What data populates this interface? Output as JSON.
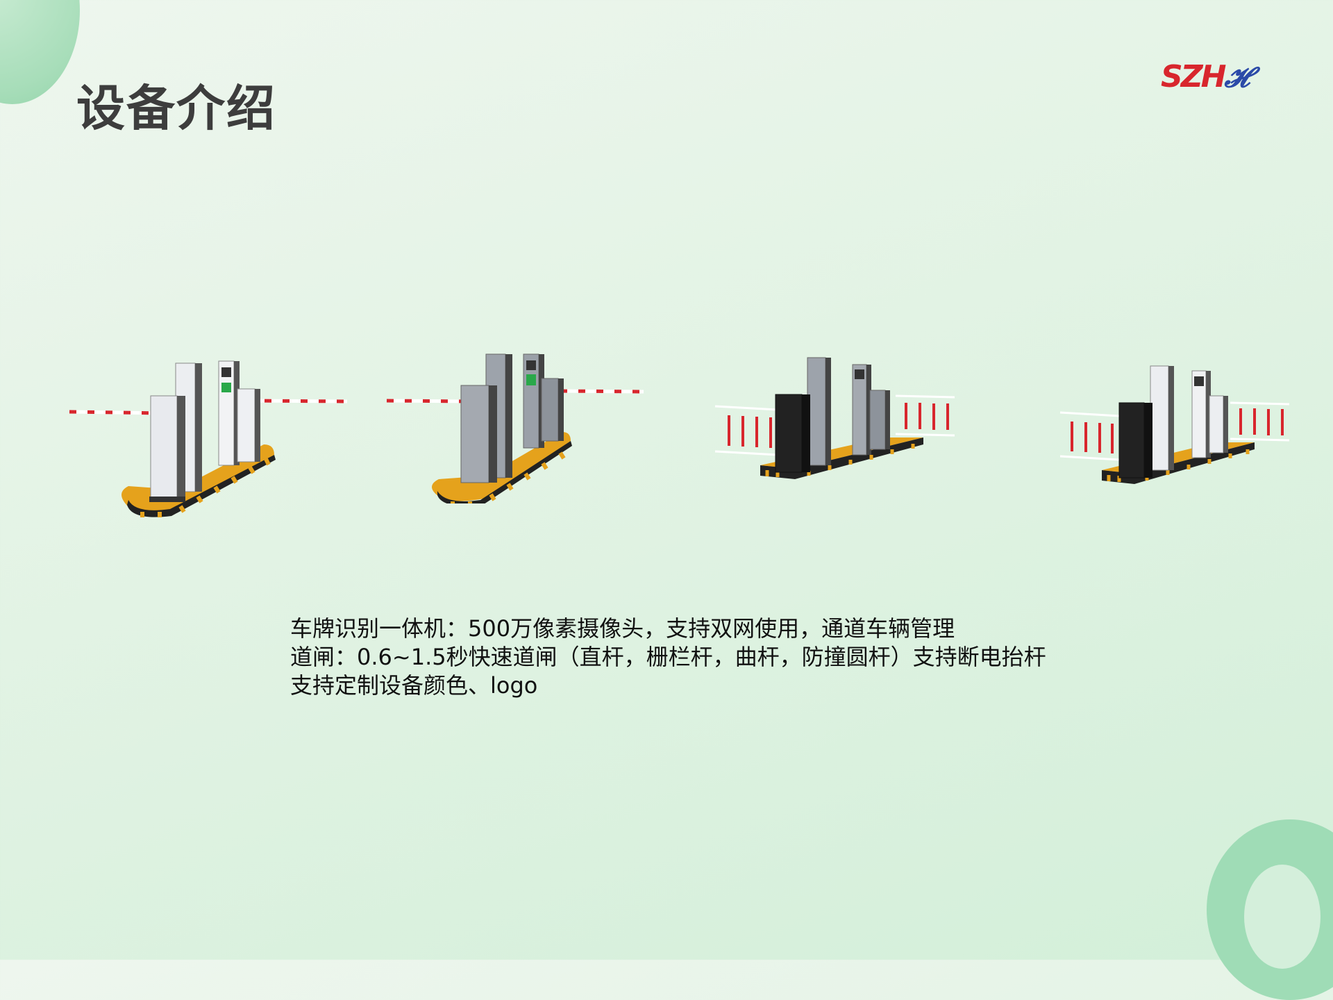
{
  "header": {
    "title": "设备介绍",
    "logo_text": "SZH"
  },
  "description": {
    "lines": [
      "车牌识别一体机：500万像素摄像头，支持双网使用，通道车辆管理",
      "道闸：0.6~1.5秒快速道闸（直杆，栅栏杆，曲杆，防撞圆杆）支持断电抬杆",
      "支持定制设备颜色、logo"
    ]
  },
  "devices": [
    {
      "variant": "straight-boom",
      "body_color": "white"
    },
    {
      "variant": "straight-boom",
      "body_color": "gray"
    },
    {
      "variant": "fence-boom",
      "body_color": "gray-black"
    },
    {
      "variant": "fence-boom",
      "body_color": "white-black"
    }
  ],
  "colors": {
    "accent_red": "#d8262d",
    "accent_blue": "#2b4aa8",
    "base_yellow": "#e5a21c",
    "title_gray": "#3d3d3d"
  }
}
